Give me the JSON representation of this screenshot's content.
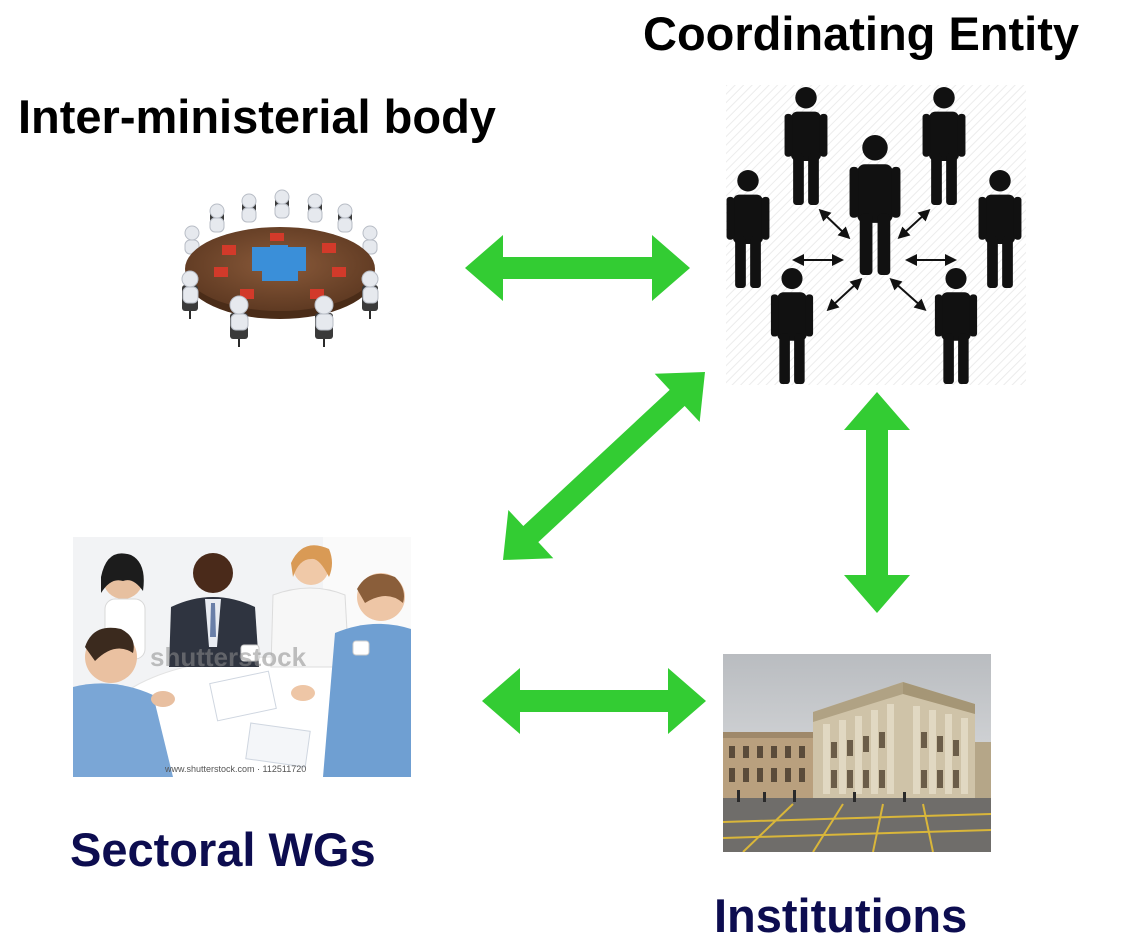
{
  "labels": {
    "coordinating": "Coordinating Entity",
    "inter_ministerial": "Inter-ministerial body",
    "sectoral": "Sectoral WGs",
    "institutions": "Institutions"
  },
  "images": {
    "table": "round-table-puzzle-meeting",
    "people": "network-people-icon",
    "meeting": "business-meeting-photo",
    "building": "institution-building-photo"
  },
  "meeting_watermark": "shutterstock",
  "meeting_caption": "www.shutterstock.com · 112511720",
  "colors": {
    "arrow": "#33cc33",
    "institution_text": "#0d0d50",
    "heading_text": "#000000"
  }
}
